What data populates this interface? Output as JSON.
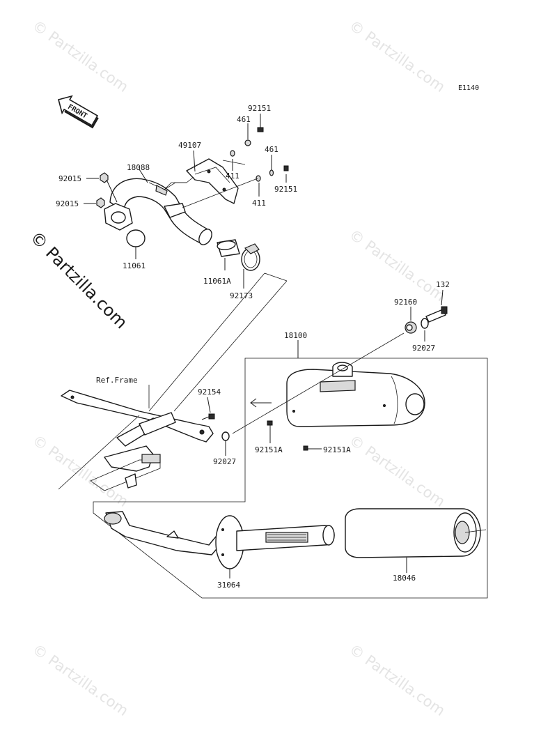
{
  "diagram_code": "E1140",
  "front_label": "FRONT",
  "watermark": "© Partzilla.com",
  "watermark_side": "© Partzilla.com",
  "labels": {
    "p92151_top": "92151",
    "p461_top": "461",
    "p49107": "49107",
    "p461_right": "461",
    "p411_top": "411",
    "p92151_right": "92151",
    "p411_right": "411",
    "p92015_a": "92015",
    "p18088": "18088",
    "p92015_b": "92015",
    "p11061": "11061",
    "p11061A": "11061A",
    "p92173": "92173",
    "p132": "132",
    "p92160": "92160",
    "p92027_top": "92027",
    "p18100": "18100",
    "ref_frame": "Ref.Frame",
    "p92154": "92154",
    "p92027_mid": "92027",
    "p92151A_left": "92151A",
    "p92151A_right": "92151A",
    "p31064": "31064",
    "p18046": "18046"
  }
}
